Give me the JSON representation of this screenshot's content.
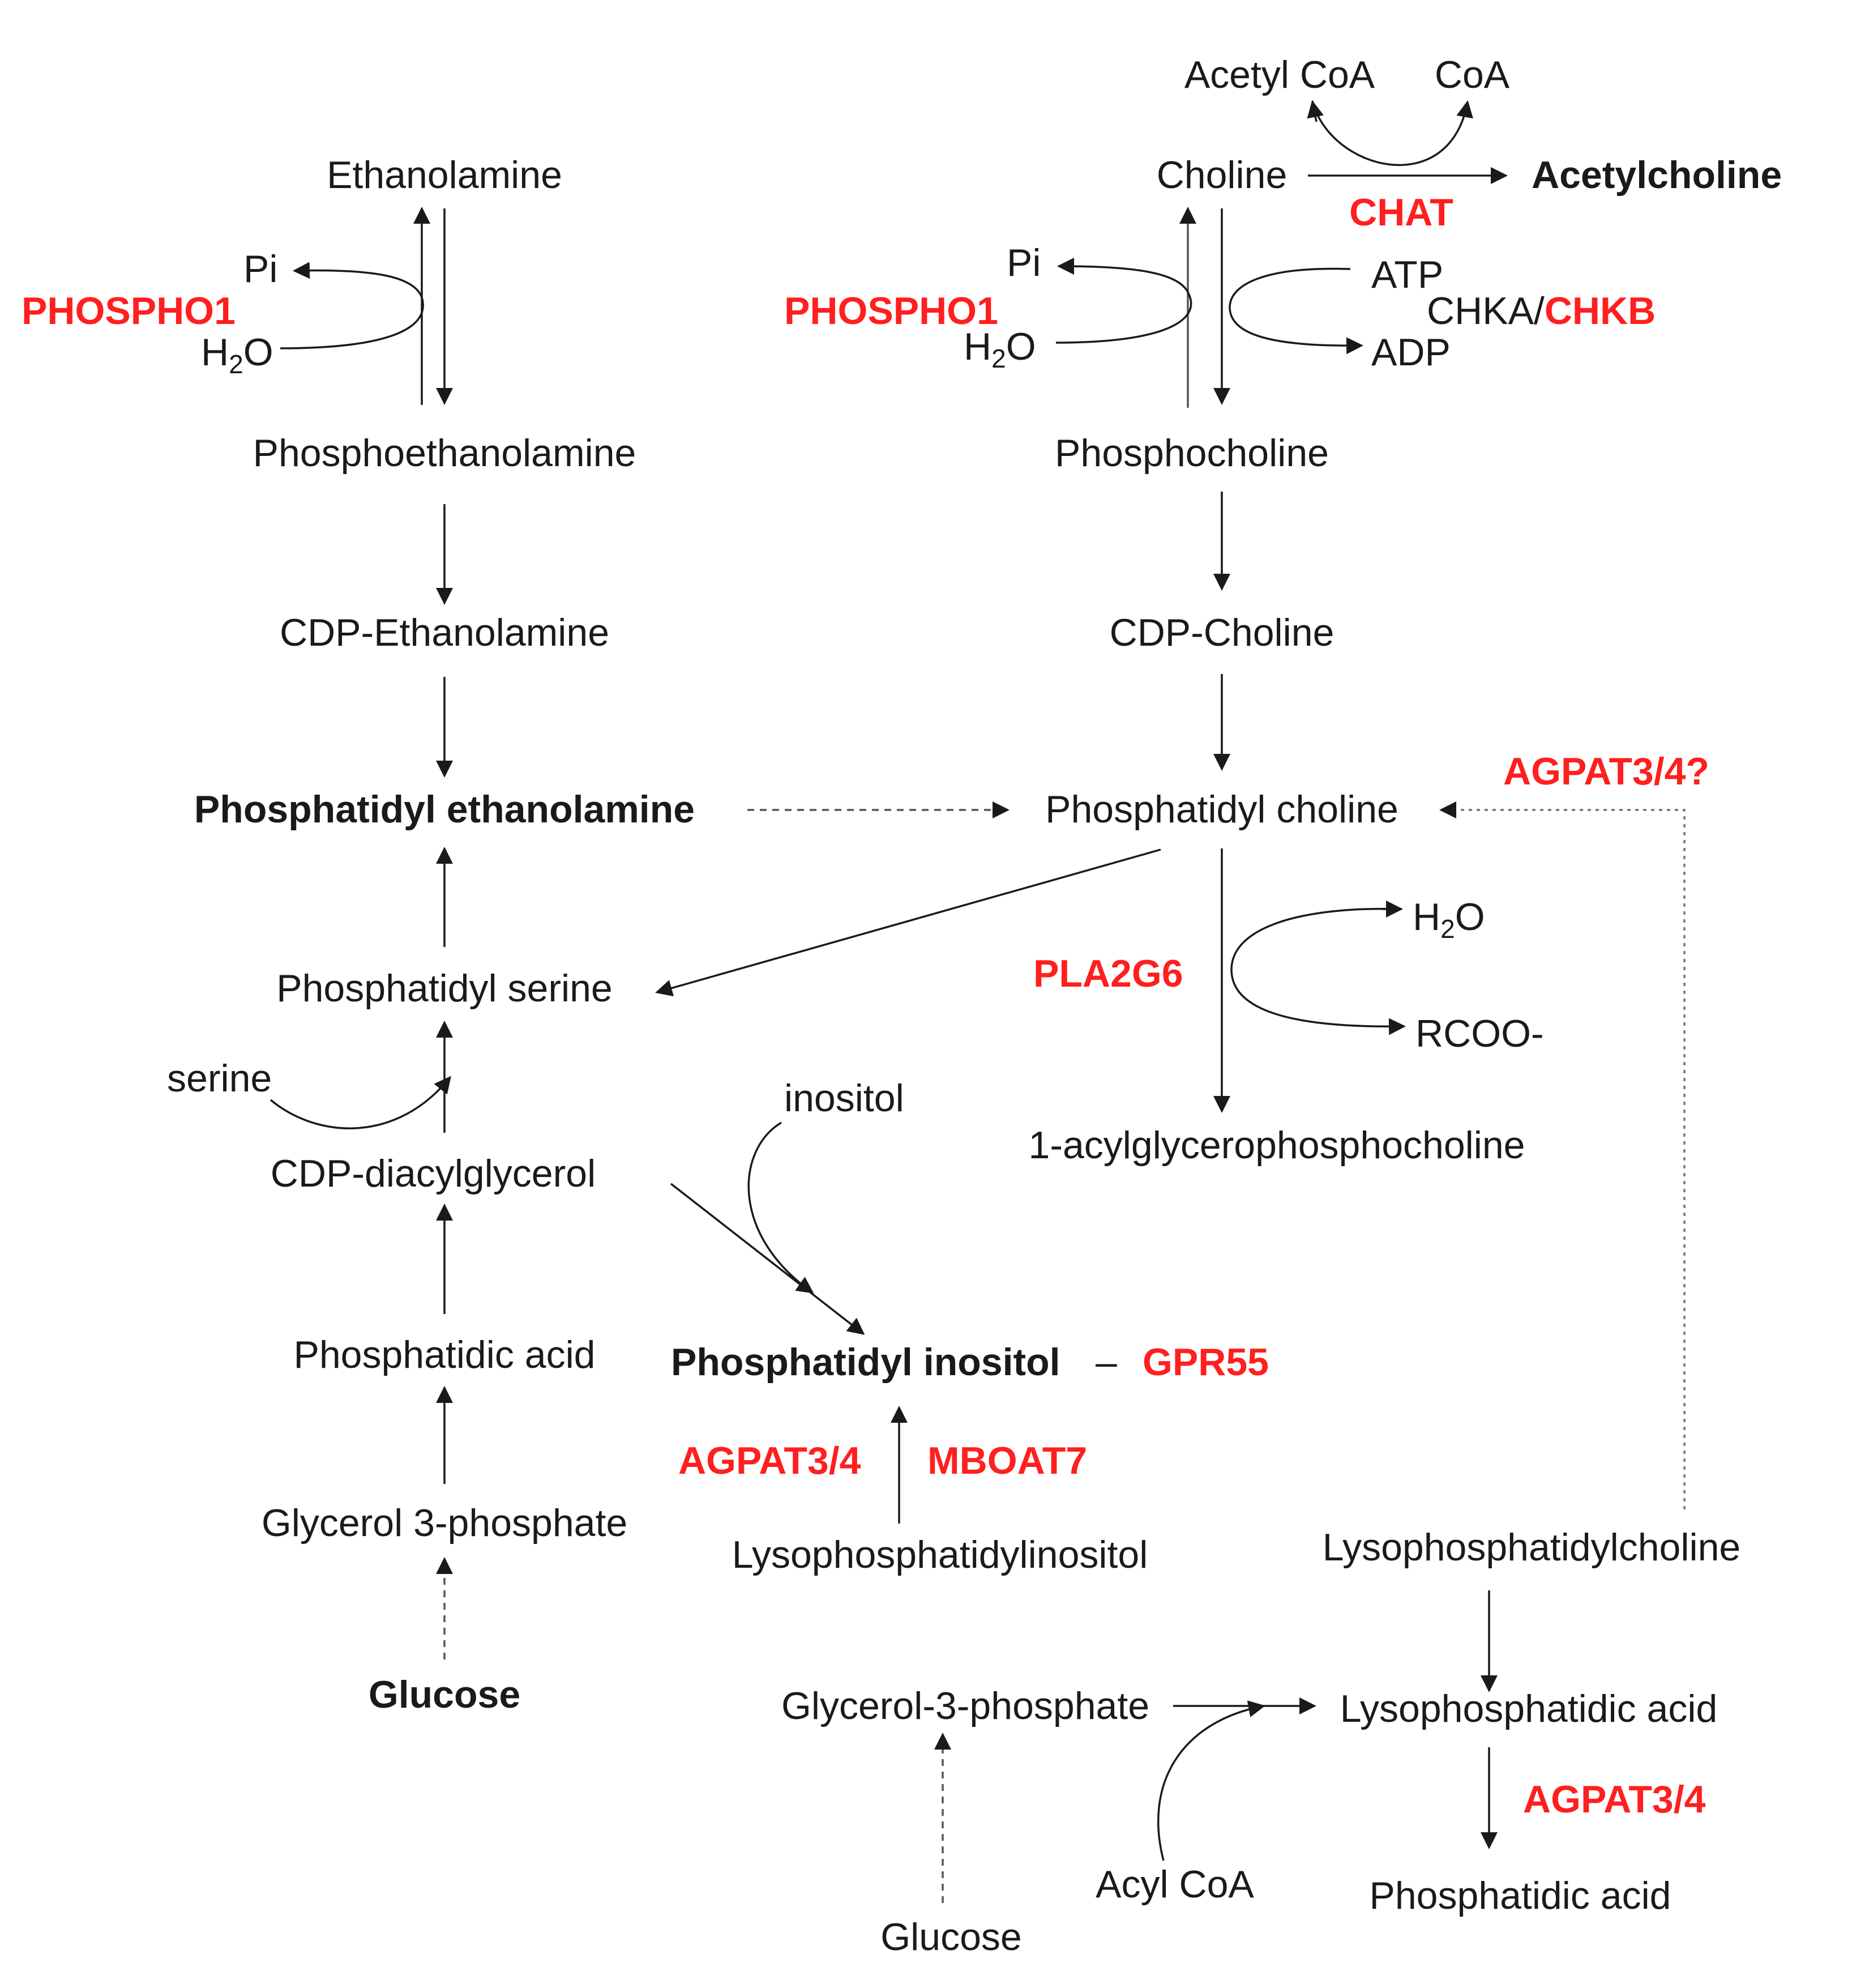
{
  "colors": {
    "text": "#1a1a1a",
    "enzyme": "#ff1f1f",
    "dashed_arrow": "#555555"
  },
  "left": {
    "ethanolamine": "Ethanolamine",
    "pi": "Pi",
    "phospho1": "PHOSPHO1",
    "h2o": "H",
    "h2o_sub": "2",
    "h2o_end": "O",
    "phosphoethanolamine": "Phosphoethanolamine",
    "cdp_ethanolamine": "CDP-Ethanolamine",
    "phosphatidyl_ethanolamine": "Phosphatidyl ethanolamine",
    "phosphatidyl_serine": "Phosphatidyl serine",
    "serine": "serine",
    "cdp_diacylglycerol": "CDP-diacylglycerol",
    "phosphatidic_acid": "Phosphatidic acid",
    "glycerol_3_phosphate": "Glycerol 3-phosphate",
    "glucose": "Glucose"
  },
  "right": {
    "acetyl_coa": "Acetyl CoA",
    "coa": "CoA",
    "choline": "Choline",
    "acetylcholine": "Acetylcholine",
    "chat": "CHAT",
    "pi": "Pi",
    "phospho1": "PHOSPHO1",
    "h2o": "H",
    "h2o_sub": "2",
    "h2o_end": "O",
    "atp": "ATP",
    "chka": "CHKA/",
    "chkb": "CHKB",
    "adp": "ADP",
    "phosphocholine": "Phosphocholine",
    "cdp_choline": "CDP-Choline",
    "phosphatidyl_choline": "Phosphatidyl choline",
    "agpat34q": "AGPAT3/4?",
    "pla2g6": "PLA2G6",
    "h2o_b": "H",
    "h2o_b_sub": "2",
    "h2o_b_end": "O",
    "rcoo": "RCOO-",
    "acylglycerophosphocholine": "1-acylglycerophosphocholine"
  },
  "middle": {
    "inositol": "inositol",
    "phosphatidyl_inositol": "Phosphatidyl inositol",
    "dash": "–",
    "gpr55": "GPR55",
    "agpat34": "AGPAT3/4",
    "mboat7": "MBOAT7",
    "lysophosphatidylinositol": "Lysophosphatidylinositol",
    "lysophosphatidylcholine": "Lysophosphatidylcholine",
    "glycerol_3_phosphate": "Glycerol-3-phosphate",
    "lysophosphatidic_acid": "Lysophosphatidic acid",
    "agpat34_b": "AGPAT3/4",
    "acyl_coa": "Acyl CoA",
    "phosphatidic_acid": "Phosphatidic acid",
    "glucose": "Glucose"
  }
}
